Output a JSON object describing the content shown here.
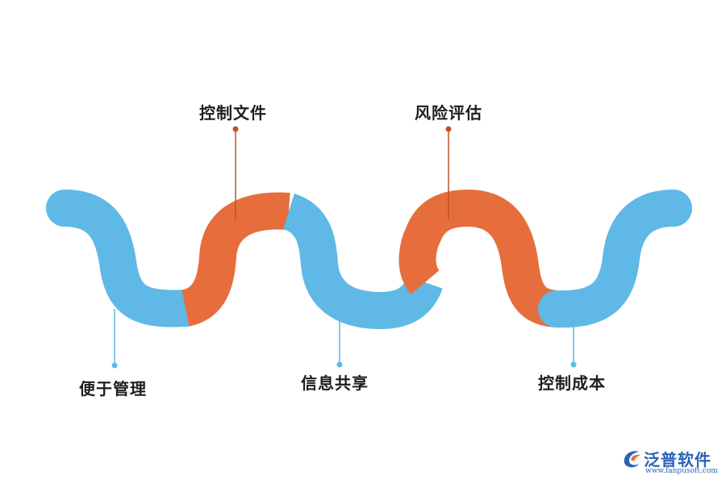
{
  "labels": {
    "l1": "便于管理",
    "l2": "控制文件",
    "l3": "信息共享",
    "l4": "风险评估",
    "l5": "控制成本"
  },
  "colors": {
    "blue": "#5fb8e6",
    "orange": "#e66e3c",
    "blue_line": "#5fb8e6",
    "orange_line": "#c0502a",
    "brand": "#2a63b6"
  },
  "logo": {
    "name": "泛普软件",
    "url": "www.fanpusoft.com"
  }
}
